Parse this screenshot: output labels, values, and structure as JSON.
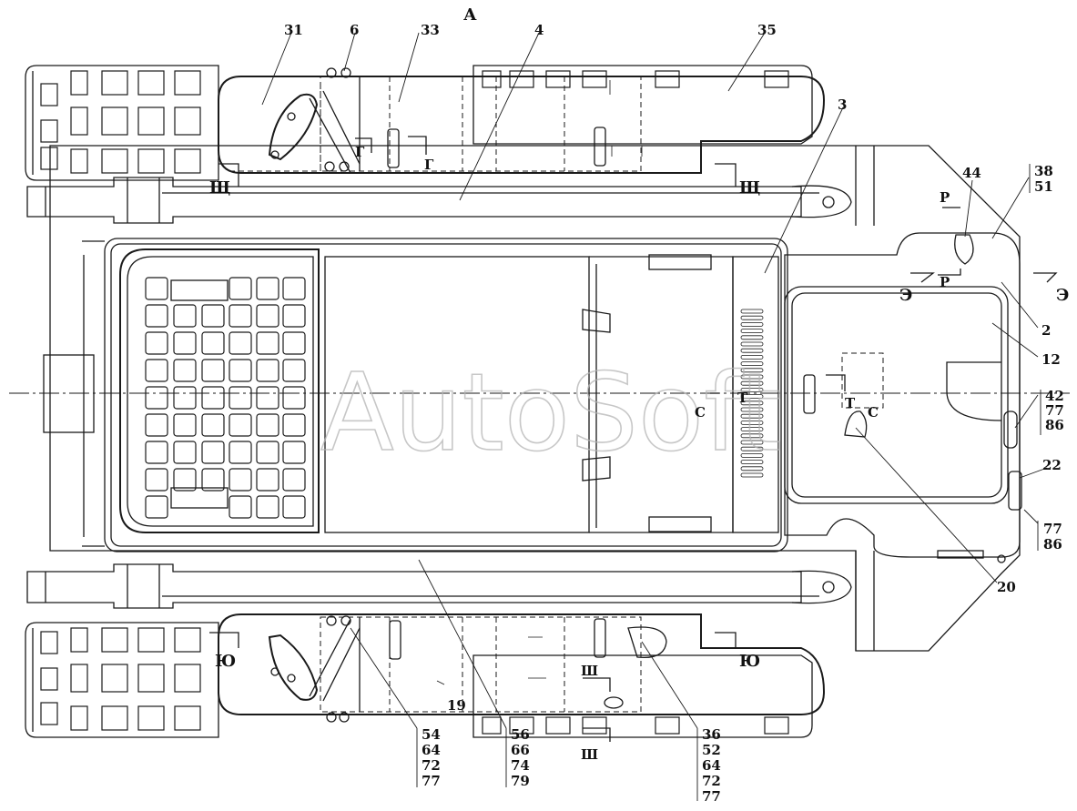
{
  "view_label": "А",
  "watermark": "AutoSoft",
  "callouts": [
    {
      "id": "c31",
      "text": "31"
    },
    {
      "id": "c6",
      "text": "6"
    },
    {
      "id": "c33",
      "text": "33"
    },
    {
      "id": "c4",
      "text": "4"
    },
    {
      "id": "c35",
      "text": "35"
    },
    {
      "id": "c3",
      "text": "3"
    },
    {
      "id": "c44",
      "text": "44"
    },
    {
      "id": "c2",
      "text": "2"
    },
    {
      "id": "c12",
      "text": "12"
    },
    {
      "id": "c22",
      "text": "22"
    },
    {
      "id": "c20",
      "text": "20"
    },
    {
      "id": "c19",
      "text": "19"
    }
  ],
  "callout_stacks": [
    {
      "id": "s3851",
      "lines": [
        "38",
        "51"
      ]
    },
    {
      "id": "s427786",
      "lines": [
        "42",
        "77",
        "86"
      ]
    },
    {
      "id": "s7786",
      "lines": [
        "77",
        "86"
      ]
    },
    {
      "id": "s54",
      "lines": [
        "54",
        "64",
        "72",
        "77"
      ]
    },
    {
      "id": "s56",
      "lines": [
        "56",
        "66",
        "74",
        "79"
      ]
    },
    {
      "id": "s36",
      "lines": [
        "36",
        "52",
        "64",
        "72",
        "77"
      ]
    }
  ],
  "section_marks": [
    {
      "id": "shch_left",
      "text": "Щ"
    },
    {
      "id": "shch_right",
      "text": "Щ"
    },
    {
      "id": "g_top_left",
      "text": "Г"
    },
    {
      "id": "g_top_right",
      "text": "Г"
    },
    {
      "id": "r_top",
      "text": "Р"
    },
    {
      "id": "r_bottom",
      "text": "Р"
    },
    {
      "id": "e_left",
      "text": "Э"
    },
    {
      "id": "e_right",
      "text": "Э"
    },
    {
      "id": "s_left",
      "text": "С"
    },
    {
      "id": "s_right",
      "text": "С"
    },
    {
      "id": "t_left",
      "text": "Т"
    },
    {
      "id": "t_right",
      "text": "Т"
    },
    {
      "id": "yu_left",
      "text": "Ю"
    },
    {
      "id": "yu_right",
      "text": "Ю"
    },
    {
      "id": "sh_top",
      "text": "Ш"
    },
    {
      "id": "sh_bottom",
      "text": "Ш"
    }
  ]
}
